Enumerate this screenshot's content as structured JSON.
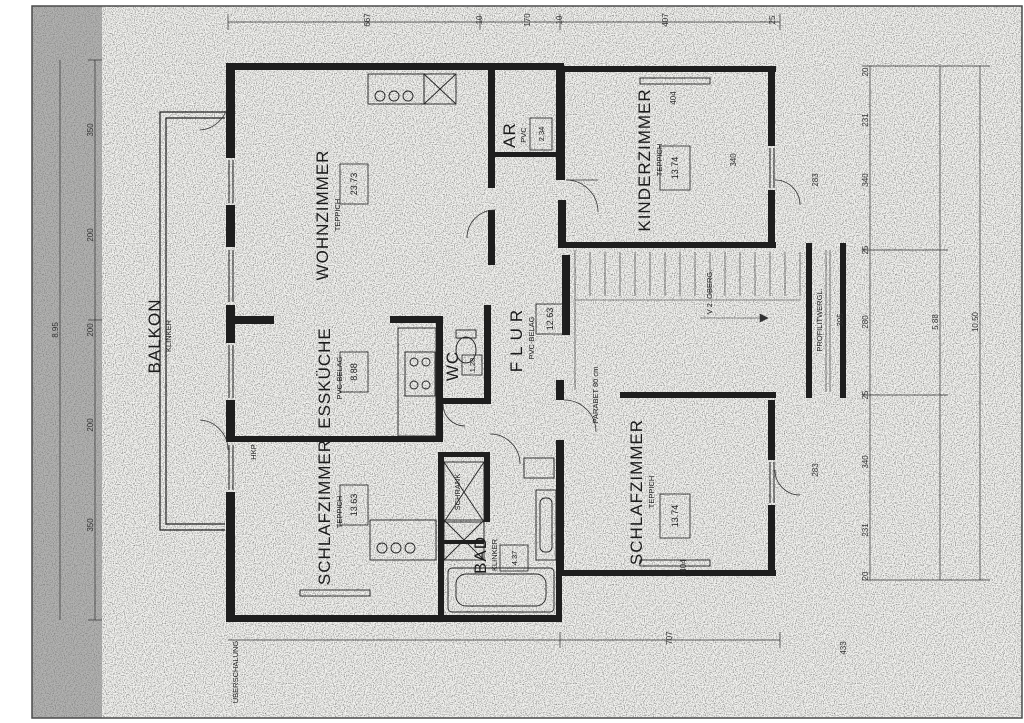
{
  "rooms": {
    "wohnzimmer": {
      "name": "WOHNZIMMER",
      "floor": "TEPPICH",
      "area": "23.73"
    },
    "esskueche": {
      "name": "ESSKÜCHE",
      "floor": "PVC-BELAG",
      "area": "8.88"
    },
    "schlafzimmer_left": {
      "name": "SCHLAFZIMMER",
      "floor": "TEPPICH",
      "area": "13.63"
    },
    "kinderzimmer": {
      "name": "KINDERZIMMER",
      "floor": "TEPPICH",
      "area": "13.74"
    },
    "schlafzimmer_right": {
      "name": "SCHLAFZIMMER",
      "floor": "TEPPICH",
      "area": "13.74"
    },
    "flur": {
      "name": "FLUR",
      "floor": "PVC-BELAG",
      "area": "12.63"
    },
    "ar": {
      "name": "AR",
      "floor": "PVC",
      "area": "2.34"
    },
    "wc": {
      "name": "WC",
      "area": "1.28"
    },
    "bad": {
      "name": "BAD",
      "floor": "KLINKER",
      "area": "4.37"
    },
    "balkon": {
      "name": "BALKON",
      "floor": "KLINKER"
    }
  },
  "annotations": {
    "stair": "V 2. OBERG.",
    "profilitwerglas": "PROFILITWERGL.",
    "parabet": "PARABET 80 cm",
    "schrank": "SCHRANK",
    "hkp": "HKP",
    "ueberschalung": "ÜBERSCHALUNG"
  },
  "dimensions": {
    "top": [
      "667",
      "10",
      "170",
      "10",
      "407",
      "25"
    ],
    "right": [
      "20",
      "231",
      "340",
      "25",
      "280",
      "25",
      "340",
      "231",
      "20"
    ],
    "right_totals": [
      "5.88",
      "10.50"
    ],
    "left": [
      "8.95",
      "350",
      "200",
      "200",
      "200",
      "350"
    ],
    "bottom": [
      "707",
      "433"
    ],
    "room_widths": [
      "404",
      "404",
      "340",
      "305",
      "283",
      "283"
    ]
  },
  "colors": {
    "paper": "#f4f4f1",
    "border": "#4a4a4a",
    "wall": "#1e1e1e",
    "ink": "#1c1c1c"
  }
}
